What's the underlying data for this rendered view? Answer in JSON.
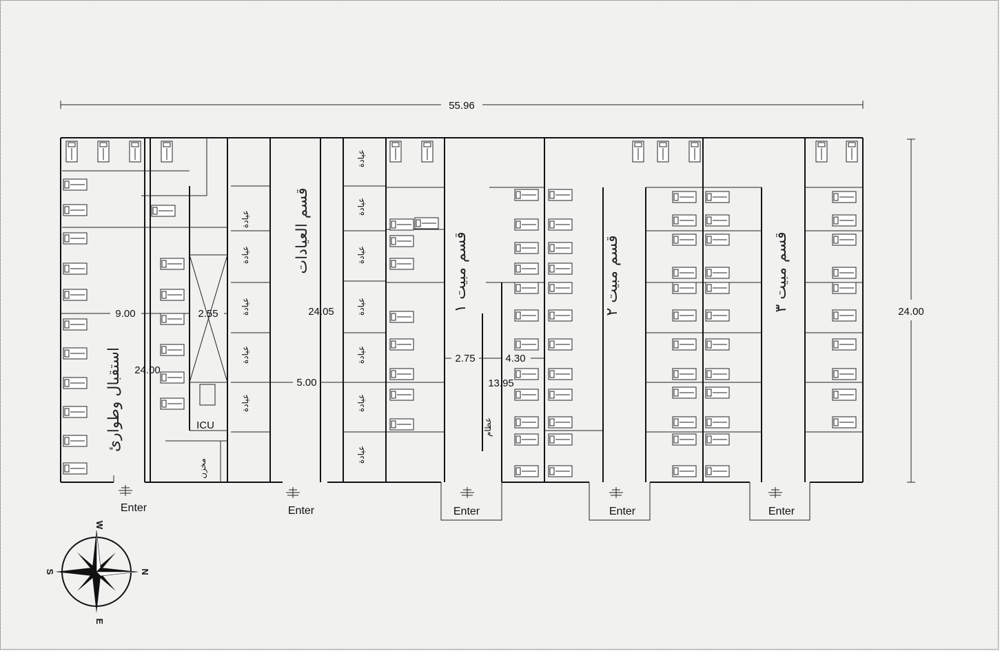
{
  "dimensions": {
    "overall_width": "55.96",
    "overall_depth": "24.00",
    "reception_width": "9.00",
    "corridor_a": "2.55",
    "reception_depth": "24.00",
    "clinics_depth": "24.05",
    "clinic_corridor": "5.00",
    "ward_corridor": "2.75",
    "ward_room": "4.30",
    "ward_length": "13.95"
  },
  "sections": {
    "reception": "استقبال وطوارئ",
    "clinics": "قسم العيادات",
    "ward_1": "قسم مبيت ١",
    "ward_2": "قسم مبيت ٢",
    "ward_3": "قسم مبيت ٣"
  },
  "rooms": {
    "icu": "ICU",
    "store": "مخزن",
    "clinic": "عيادة",
    "bones": "عظام"
  },
  "entrances": [
    "Enter",
    "Enter",
    "Enter",
    "Enter",
    "Enter"
  ],
  "compass": {
    "north": "N",
    "south": "S",
    "east": "E",
    "west": "W"
  }
}
